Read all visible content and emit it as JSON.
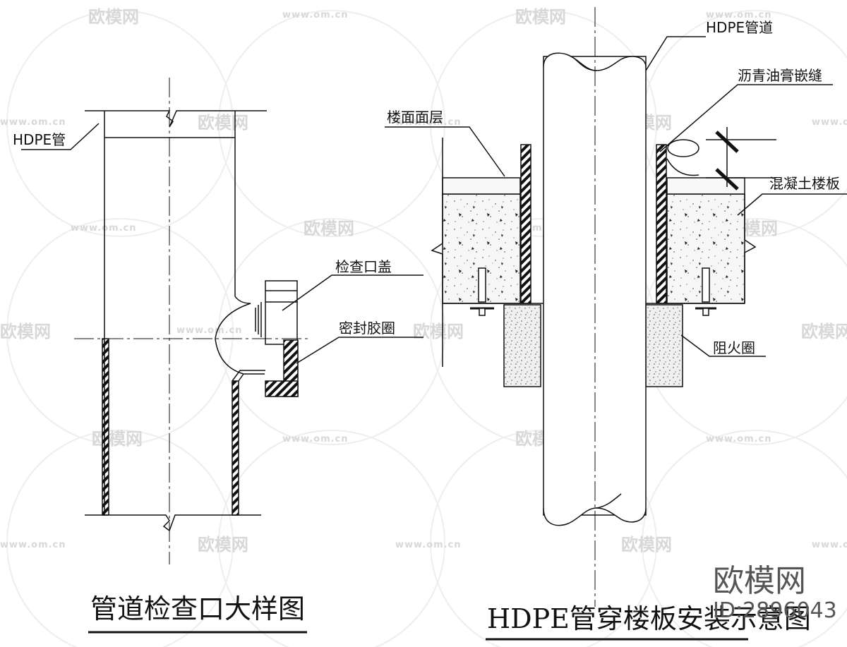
{
  "left_drawing": {
    "title": "管道检查口大样图",
    "labels": {
      "pipe": "HDPE管",
      "cover": "检查口盖",
      "seal": "密封胶圈"
    }
  },
  "right_drawing": {
    "title": "HDPE管穿楼板安装示意图",
    "labels": {
      "pipe": "HDPE管道",
      "asphalt": "沥青油膏嵌缝",
      "floor_finish": "楼面面层",
      "slab": "混凝土楼板",
      "fire_ring": "阻火圈"
    }
  },
  "watermark": {
    "text": "欧模网",
    "url": "www.om.cn",
    "brand": "欧模网",
    "id": "ID:2896043"
  }
}
